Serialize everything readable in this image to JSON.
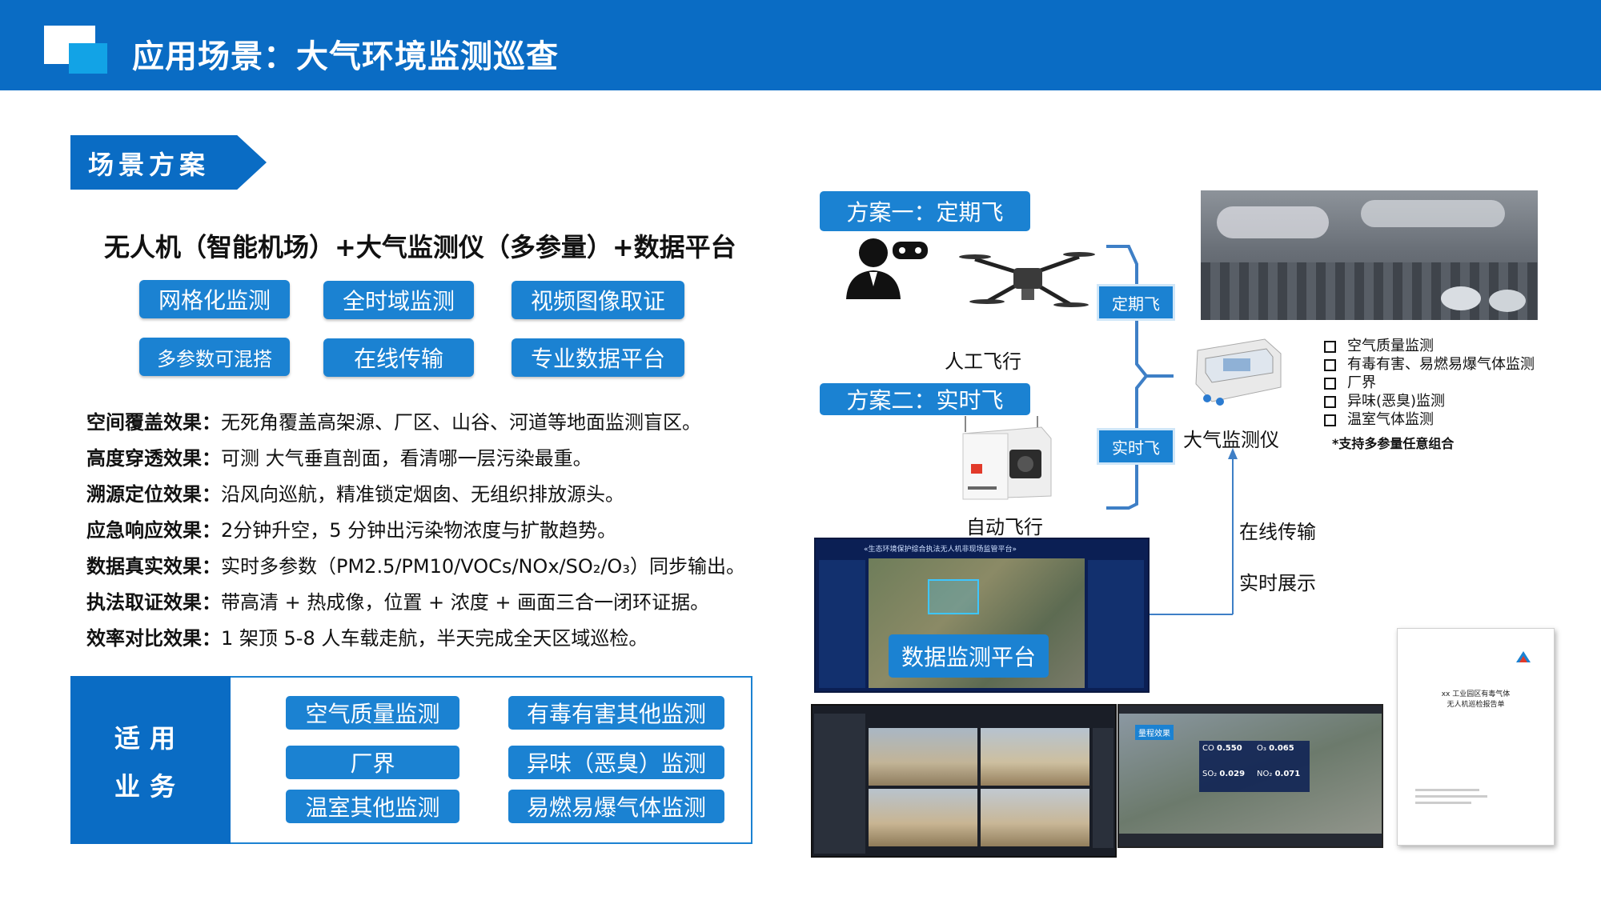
{
  "header": {
    "title": "应用场景：大气环境监测巡查"
  },
  "section": {
    "tag": "场景方案"
  },
  "headline": "无人机（智能机场）+大气监测仪（多参量）+数据平台",
  "features": [
    "网格化监测",
    "全时域监测",
    "视频图像取证",
    "多参数可混搭",
    "在线传输",
    "专业数据平台"
  ],
  "effects": [
    {
      "label": "空间覆盖效果：",
      "text": "无死角覆盖高架源、厂区、山谷、河道等地面监测盲区。"
    },
    {
      "label": "高度穿透效果：",
      "text": "可测 大气垂直剖面，看清哪一层污染最重。"
    },
    {
      "label": "溯源定位效果：",
      "text": "沿风向巡航，精准锁定烟囱、无组织排放源头。"
    },
    {
      "label": "应急响应效果：",
      "text": "2分钟升空，5 分钟出污染物浓度与扩散趋势。"
    },
    {
      "label": "数据真实效果：",
      "text": "实时多参数（PM2.5/PM10/VOCs/NOx/SO₂/O₃）同步输出。"
    },
    {
      "label": "执法取证效果：",
      "text": "带高清 + 热成像，位置 + 浓度 + 画面三合一闭环证据。"
    },
    {
      "label": "效率对比效果：",
      "text": "1 架顶 5-8 人车载走航，半天完成全天区域巡检。"
    }
  ],
  "business": {
    "title_line1": "适用",
    "title_line2": "业务",
    "items": [
      "空气质量监测",
      "有毒有害其他监测",
      "厂界",
      "异味（恶臭）监测",
      "温室其他监测",
      "易燃易爆气体监测"
    ]
  },
  "diagram": {
    "plan1": "方案一：定期飞",
    "plan2": "方案二：实时飞",
    "manual_flight": "人工飞行",
    "auto_flight": "自动飞行",
    "mode_scheduled": "定期飞",
    "mode_realtime": "实时飞",
    "monitor": "大气监测仪",
    "monitor_items": [
      "空气质量监测",
      "有毒有害、易燃易爆气体监测",
      "厂界",
      "异味(恶臭)监测",
      "温室气体监测"
    ],
    "note": "*支持多参量任意组合",
    "online": "在线传输",
    "realtime_display": "实时展示",
    "platform": "数据监测平台",
    "platform_title": "«生态环境保护综合执法无人机非现场监管平台»",
    "panel_badge": "量程效果",
    "readings": [
      {
        "gas": "CO",
        "value": "0.550"
      },
      {
        "gas": "O₃",
        "value": "0.065"
      },
      {
        "gas": "SO₂",
        "value": "0.029"
      },
      {
        "gas": "NO₂",
        "value": "0.071"
      }
    ],
    "report_title": "xx 工业园区有毒气体\n无人机巡检报告单"
  },
  "colors": {
    "primary": "#0a6cc4",
    "accent": "#1b82d2",
    "logo_light": "#12a3e6"
  }
}
